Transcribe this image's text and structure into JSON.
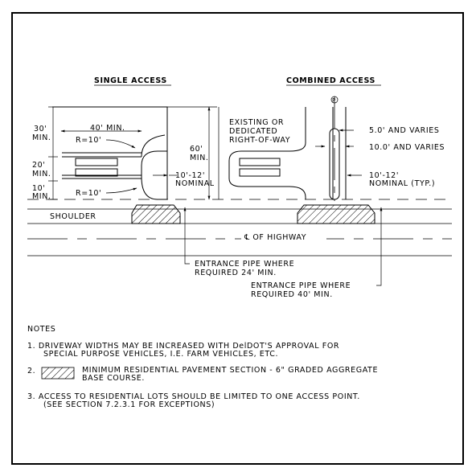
{
  "titles": {
    "single": "SINGLE ACCESS",
    "combined": "COMBINED ACCESS"
  },
  "dims": {
    "thirty": "30'",
    "min": "MIN.",
    "forty": "40' MIN.",
    "r10a": "R=10'",
    "twenty": "20'",
    "ten": "10'",
    "r10b": "R=10'",
    "sixty": "60'",
    "sixty_min": "MIN.",
    "ten_twelve": "10'-12'",
    "nominal": "NOMINAL",
    "existing1": "EXISTING OR",
    "existing2": "DEDICATED",
    "existing3": "RIGHT-OF-WAY",
    "five": "5.0' AND VARIES",
    "tenvar": "10.0' AND VARIES",
    "ten_twelve_c": "10'-12'",
    "nominal_typ": "NOMINAL (TYP.)",
    "pl": "P"
  },
  "road": {
    "shoulder": "SHOULDER",
    "cl": "℄ OF HIGHWAY"
  },
  "callouts": {
    "pipe1a": "ENTRANCE PIPE WHERE",
    "pipe1b": "REQUIRED 24' MIN.",
    "pipe2a": "ENTRANCE PIPE WHERE",
    "pipe2b": "REQUIRED 40' MIN."
  },
  "notes": {
    "heading": "NOTES",
    "n1a": "1. DRIVEWAY WIDTHS MAY BE INCREASED WITH DelDOT'S APPROVAL FOR",
    "n1b": "SPECIAL PURPOSE VEHICLES, I.E. FARM VEHICLES, ETC.",
    "n2num": "2.",
    "n2a": "MINIMUM RESIDENTIAL PAVEMENT SECTION - 6\" GRADED AGGREGATE",
    "n2b": "BASE COURSE.",
    "n3a": "3. ACCESS TO RESIDENTIAL LOTS SHOULD BE LIMITED TO ONE ACCESS POINT.",
    "n3b": "(SEE SECTION 7.2.3.1 FOR EXCEPTIONS)"
  }
}
